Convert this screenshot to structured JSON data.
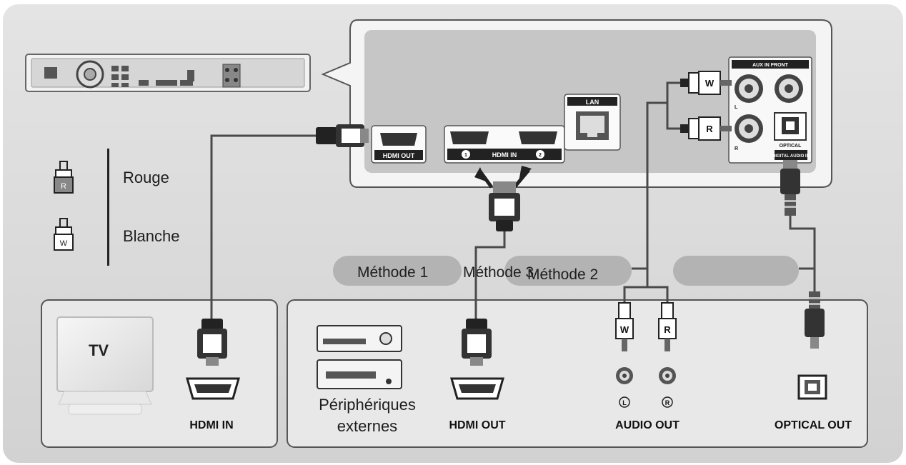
{
  "legend": {
    "red_plug_letter": "R",
    "red_label": "Rouge",
    "white_plug_letter": "W",
    "white_label": "Blanche"
  },
  "rear_panel": {
    "hdmi_out": "HDMI OUT",
    "hdmi_in": "HDMI IN",
    "hdmi_in_port_1": "1",
    "hdmi_in_port_2": "2",
    "lan": "LAN",
    "aux_in_front": "AUX IN FRONT",
    "aux_left": "L",
    "aux_right": "R",
    "optical": "OPTICAL",
    "digital_audio_in": "DIGITAL AUDIO IN"
  },
  "methods": {
    "method1": "Méthode 1",
    "method3": "Méthode 3",
    "method2": "Méthode 2"
  },
  "tv_box": {
    "tv_label": "TV",
    "port_label": "HDMI IN"
  },
  "external_box": {
    "device_label_line1": "Périphériques",
    "device_label_line2": "externes",
    "hdmi_out": "HDMI OUT",
    "audio_out": "AUDIO OUT",
    "audio_left": "L",
    "audio_right": "R",
    "plug_w": "W",
    "plug_r": "R",
    "optical_out": "OPTICAL OUT"
  },
  "colors": {
    "background": "#dcdcdc",
    "panel_fill": "#c9c9c9",
    "box_fill": "#e6e6e6",
    "pill_fill": "#b3b3b3",
    "cable": "#4a4a4a"
  }
}
